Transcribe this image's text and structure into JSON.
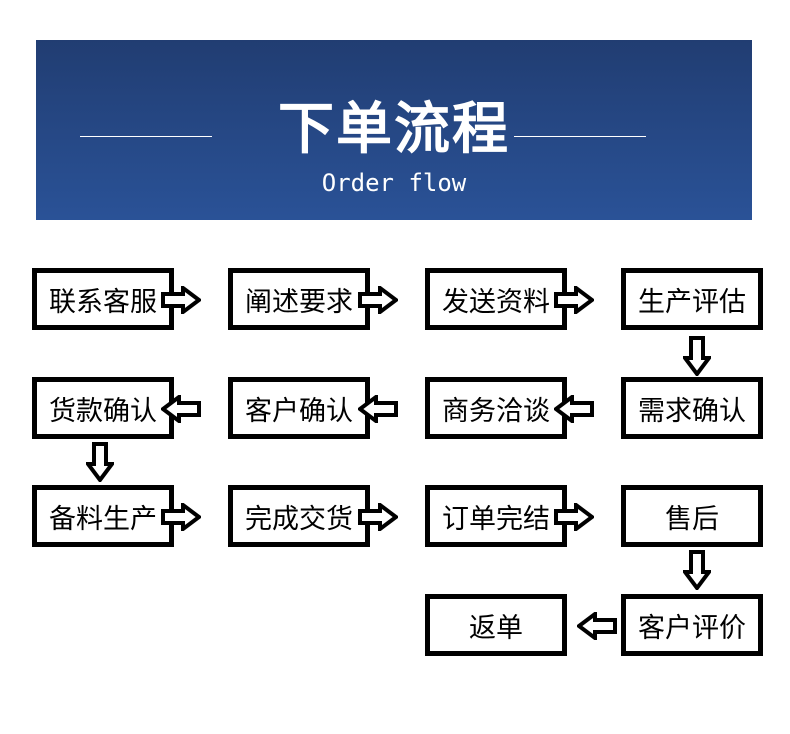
{
  "header": {
    "title": "下单流程",
    "subtitle": "Order flow"
  },
  "steps": [
    "联系客服",
    "阐述要求",
    "发送资料",
    "生产评估",
    "需求确认",
    "商务洽谈",
    "客户确认",
    "货款确认",
    "备料生产",
    "完成交货",
    "订单完结",
    "售后",
    "客户评价",
    "返单"
  ],
  "colors": {
    "banner_top": "#213d72",
    "banner_bottom": "#2a5297",
    "border": "#000000"
  }
}
